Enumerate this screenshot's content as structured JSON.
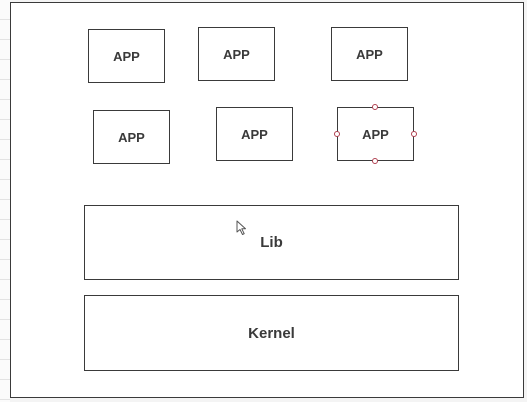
{
  "diagram": {
    "app_boxes": [
      {
        "label": "APP"
      },
      {
        "label": "APP"
      },
      {
        "label": "APP"
      },
      {
        "label": "APP"
      },
      {
        "label": "APP"
      },
      {
        "label": "APP"
      }
    ],
    "lib": {
      "label": "Lib"
    },
    "kernel": {
      "label": "Kernel"
    }
  },
  "colors": {
    "stroke": "#3a3a3a",
    "selection_handle": "#b04050",
    "canvas": "#ffffff",
    "background": "#f4f4f4"
  },
  "icons": {
    "cursor": "mouse-pointer-icon"
  }
}
